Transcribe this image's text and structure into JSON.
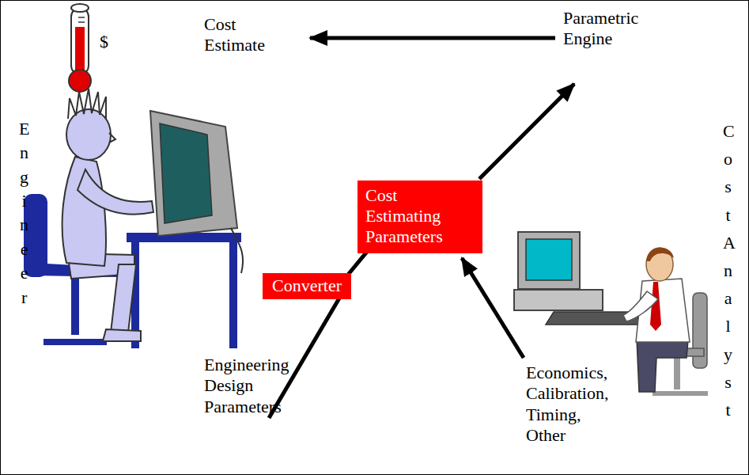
{
  "diagram": {
    "nodes": [
      {
        "text": [
          "Cost Estimating Parameters"
        ]
      },
      {
        "text": [
          "Converter"
        ]
      }
    ],
    "edges": [
      {
        "from": 1,
        "to": 0,
        "arrow": "none"
      }
    ],
    "labels": [
      "$",
      "Cost Estimate",
      "Parametric Engine",
      "Engineer",
      "Cost Analyst",
      "Engineering Design Parameters",
      "Economics, Calibration, Timing, Other"
    ]
  }
}
